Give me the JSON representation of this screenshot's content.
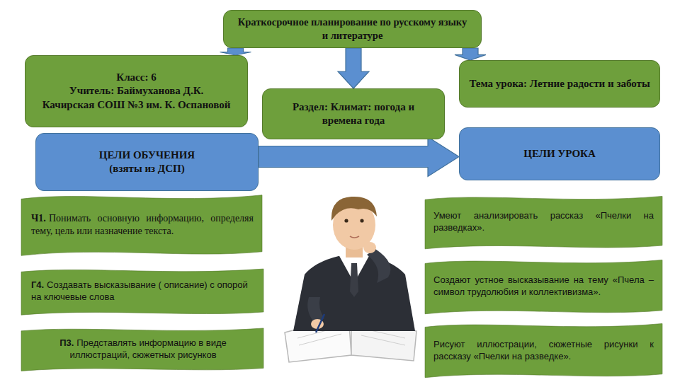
{
  "diagram": {
    "nodes": [
      {
        "text": [
          "Краткосрочное планирование по русскому языку и литературе"
        ]
      },
      {
        "text": [
          "Класс: 6",
          "Учитель: Баймуханова Д.К.",
          "Качирская СОШ №3 им. К. Оспановой"
        ]
      },
      {
        "text": [
          "Тема урока: Летние радости и заботы"
        ]
      },
      {
        "text": [
          "Раздел: Климат: погода и времена года"
        ]
      },
      {
        "text": [
          "ЦЕЛИ ОБУЧЕНИЯ (взяты из ДСП)"
        ]
      },
      {
        "text": [
          "ЦЕЛИ УРОКА"
        ]
      },
      {
        "text": [
          "Ч1.",
          "Понимать основную информацию, определяя тему, цель или назначение текста."
        ]
      },
      {
        "text": [
          "Умеют анализировать рассказ «Пчелки на разведках»."
        ]
      },
      {
        "text": [
          "Г4.",
          "Создавать высказывание ( описание) с опорой на ключевые слова"
        ]
      },
      {
        "text": [
          "Создают устное высказывание на тему «Пчела – символ трудолюбия и коллективизма»."
        ]
      },
      {
        "text": [
          "П3.",
          "Представлять информацию в виде иллюстраций, сюжетных рисунков"
        ]
      },
      {
        "text": [
          "Рисуют иллюстрации, сюжетные рисунки к рассказу «Пчелки на разведке»."
        ]
      }
    ],
    "edges": [
      {
        "from": 0,
        "to": 1,
        "arrow": "to"
      },
      {
        "from": 0,
        "to": 2,
        "arrow": "to"
      },
      {
        "from": 0,
        "to": 3,
        "arrow": "to"
      },
      {
        "from": 4,
        "to": 5,
        "arrow": "to"
      }
    ]
  }
}
